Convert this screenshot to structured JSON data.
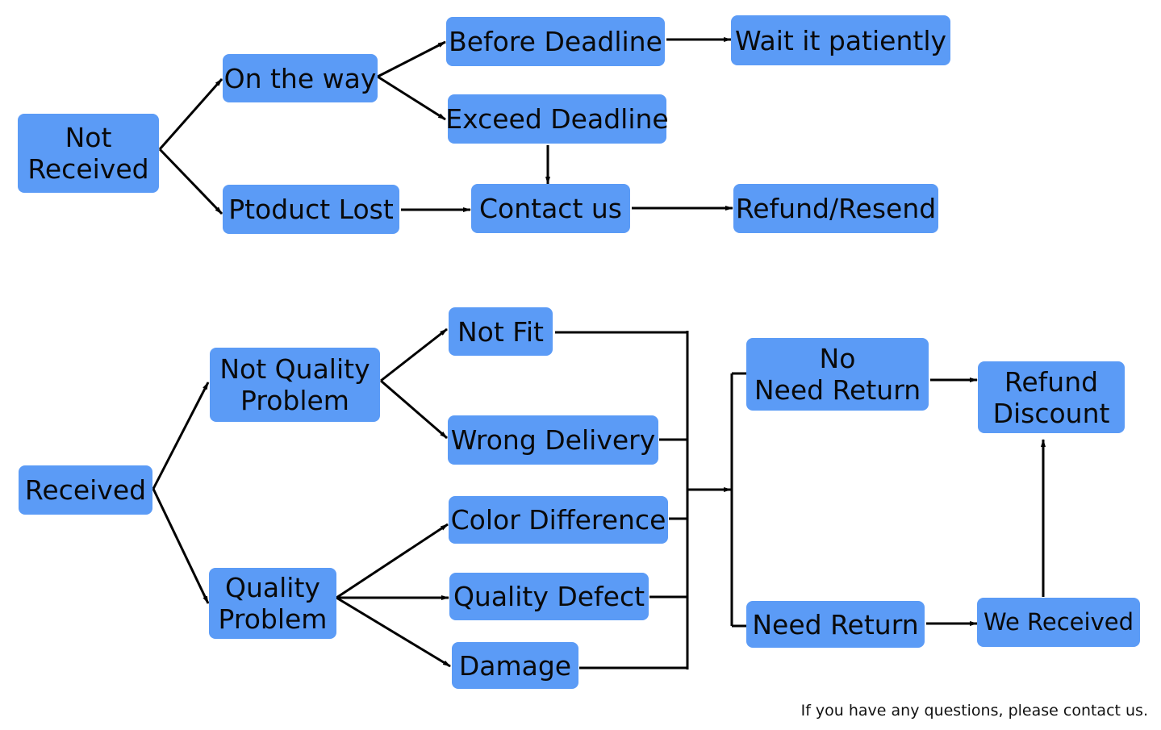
{
  "nodes": {
    "not_received": [
      "Not",
      "Received"
    ],
    "on_the_way": [
      "On the way"
    ],
    "product_lost": [
      "Ptoduct Lost"
    ],
    "before_deadline": [
      "Before Deadline"
    ],
    "exceed_deadline": [
      "Exceed Deadline"
    ],
    "wait_patiently": [
      "Wait it patiently"
    ],
    "contact_us": [
      "Contact us"
    ],
    "refund_resend": [
      "Refund/Resend"
    ],
    "received": [
      "Received"
    ],
    "not_quality_problem": [
      "Not Quality",
      "Problem"
    ],
    "quality_problem": [
      "Quality",
      "Problem"
    ],
    "not_fit": [
      "Not Fit"
    ],
    "wrong_delivery": [
      "Wrong Delivery"
    ],
    "color_difference": [
      "Color Difference"
    ],
    "quality_defect": [
      "Quality Defect"
    ],
    "damage": [
      "Damage"
    ],
    "no_need_return": [
      "No",
      "Need Return"
    ],
    "need_return": [
      "Need Return"
    ],
    "refund_discount": [
      "Refund",
      "Discount"
    ],
    "we_received": [
      "We Received"
    ]
  },
  "footer": "If you have any questions, please contact us.",
  "colors": {
    "node_fill": "#5b9bf6",
    "text": "#0a0a0a",
    "line": "#000000"
  }
}
